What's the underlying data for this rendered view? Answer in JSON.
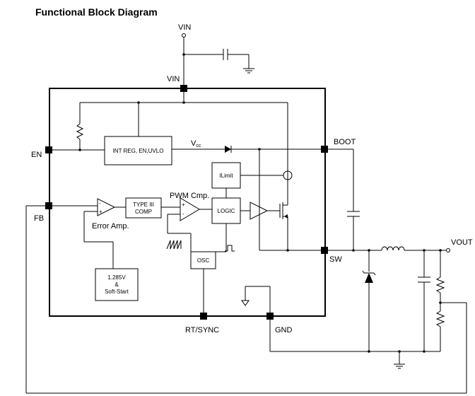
{
  "title": "Functional Block Diagram",
  "pins": {
    "vin_top": "VIN",
    "vin_chip": "VIN",
    "en": "EN",
    "fb": "FB",
    "boot": "BOOT",
    "sw": "SW",
    "rt_sync": "RT/SYNC",
    "gnd": "GND",
    "vout": "VOUT"
  },
  "blocks": {
    "int_reg": "INT REG, EN,UVLO",
    "ilimit": "ILimit",
    "type3_line1": "TYPE III",
    "type3_line2": "COMP",
    "logic": "LOGIC",
    "osc": "OSC",
    "ref_line1": "1.285V",
    "ref_line2": "&",
    "ref_line3": "Soft-Start"
  },
  "labels": {
    "vcc": "V",
    "vcc_sub": "cc",
    "pwm_cmp": "PWM Cmp.",
    "error_amp": "Error Amp.",
    "plus": "+",
    "minus": "-"
  }
}
